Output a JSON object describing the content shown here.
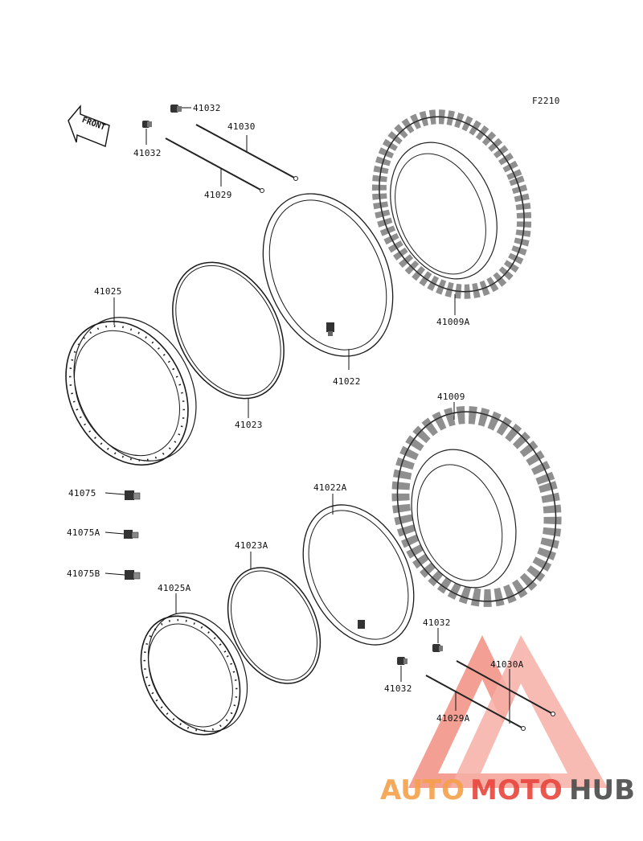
{
  "diagram_code": "F2210",
  "front_label": "FRONT",
  "watermark": {
    "part1": "AUTO",
    "part2": "MOTO",
    "part3": "HUB",
    "color1": "#f5a04a",
    "color2": "#e8453c",
    "color3": "#4a4a4a",
    "triangle_color": "#e8453c"
  },
  "labels": {
    "p41032_top": "41032",
    "p41030": "41030",
    "p41032_left": "41032",
    "p41029": "41029",
    "p41025": "41025",
    "p41009A": "41009A",
    "p41022": "41022",
    "p41023": "41023",
    "p41009": "41009",
    "p41075": "41075",
    "p41075A": "41075A",
    "p41075B": "41075B",
    "p41022A": "41022A",
    "p41023A": "41023A",
    "p41025A": "41025A",
    "p41032_r1": "41032",
    "p41032_r2": "41032",
    "p41030A": "41030A",
    "p41029A": "41029A"
  }
}
